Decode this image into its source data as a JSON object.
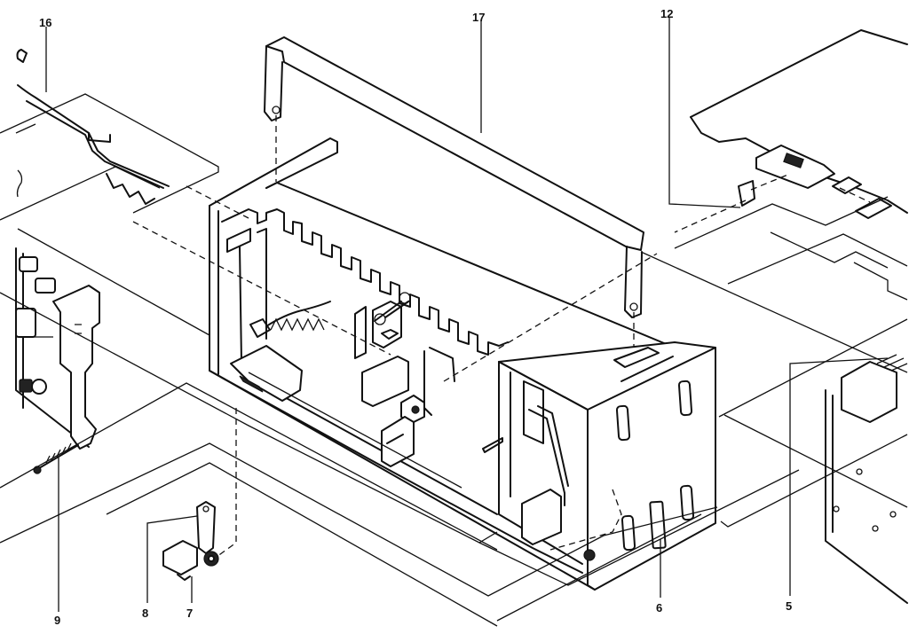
{
  "callouts": {
    "c16": "16",
    "c17": "17",
    "c12": "12",
    "c9": "9",
    "c8": "8",
    "c7": "7",
    "c6": "6",
    "c5": "5"
  }
}
